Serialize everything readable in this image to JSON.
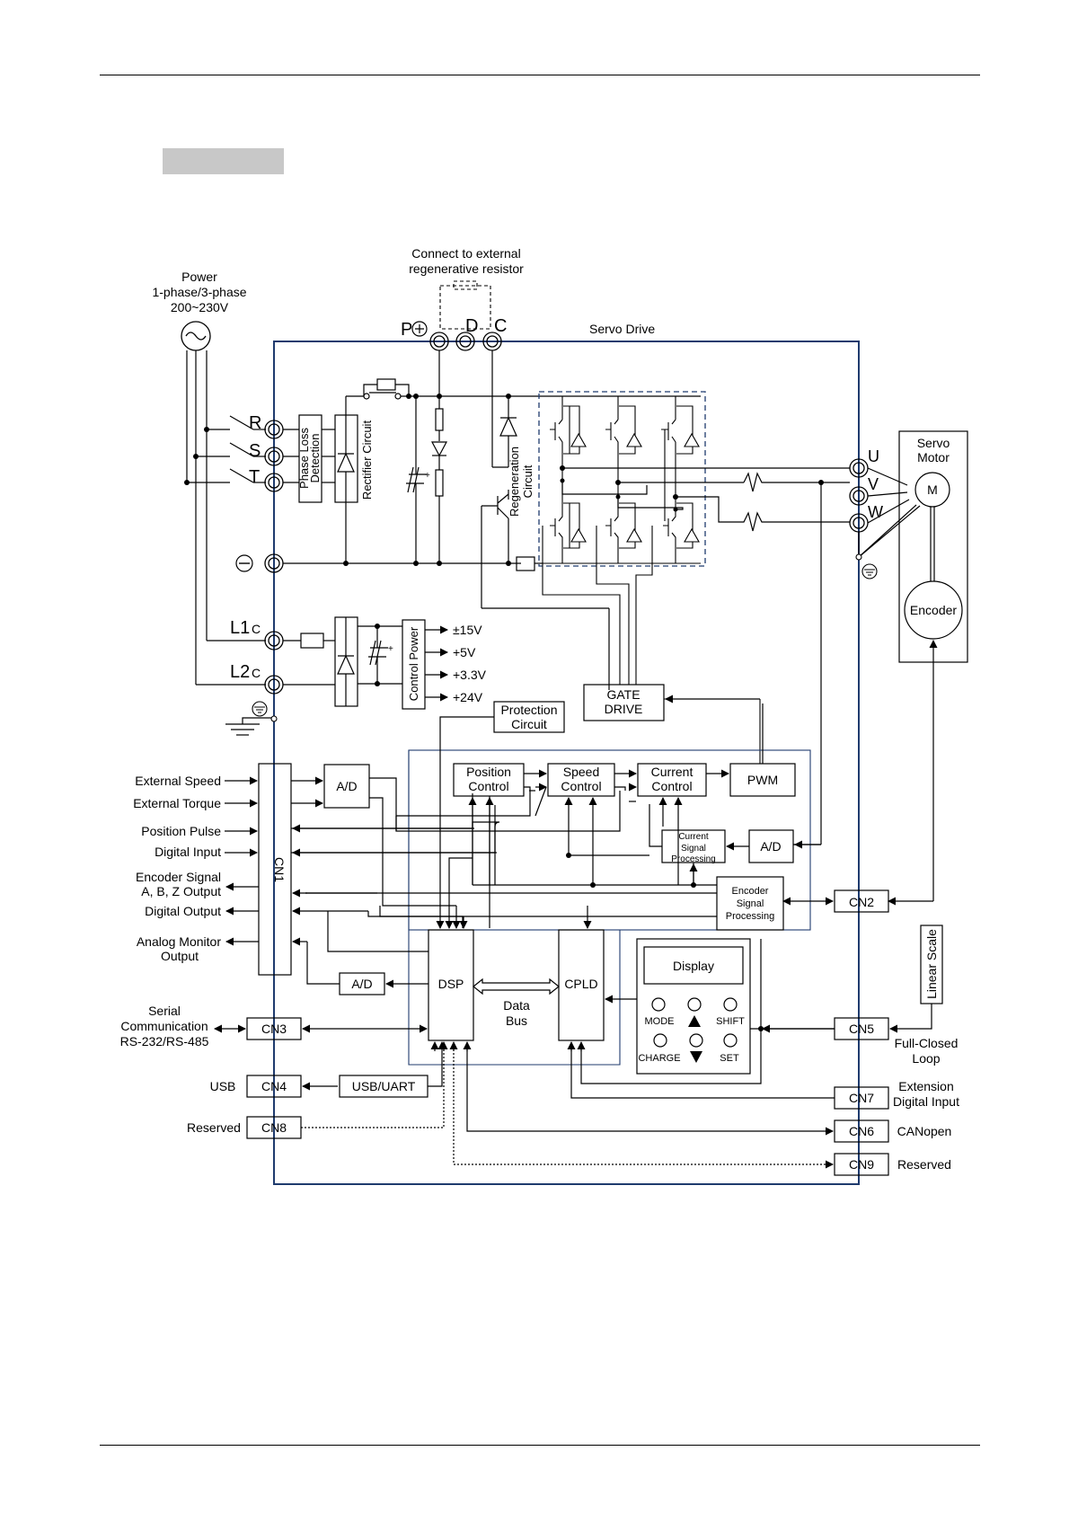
{
  "labels": {
    "power": [
      "Power",
      "1-phase/3-phase",
      "200~230V"
    ],
    "connect_ext": [
      "Connect to external",
      "regenerative resistor"
    ],
    "servo_drive": "Servo Drive",
    "terminal_p": "P",
    "terminal_d": "D",
    "terminal_c": "C",
    "terminal_r": "R",
    "terminal_s": "S",
    "terminal_t": "T",
    "terminal_l1": "L1",
    "terminal_l1c": "C",
    "terminal_l2": "L2",
    "terminal_l2c": "C",
    "terminal_u": "U",
    "terminal_v": "V",
    "terminal_w": "W",
    "phase_loss": [
      "Phase Loss",
      "Detection"
    ],
    "rectifier": "Rectifier Circuit",
    "regeneration": [
      "Regeneration",
      "Circuit"
    ],
    "control_power": "Control Power",
    "v15": "±15V",
    "v5": "+5V",
    "v33": "+3.3V",
    "v24": "+24V",
    "gate_drive": [
      "GATE",
      "DRIVE"
    ],
    "protection": [
      "Protection",
      "Circuit"
    ],
    "servo_motor": [
      "Servo",
      "Motor"
    ],
    "motor_m": "M",
    "encoder": "Encoder",
    "ad": "A/D",
    "position_control": [
      "Position",
      "Control"
    ],
    "speed_control": [
      "Speed",
      "Control"
    ],
    "current_control": [
      "Current",
      "Control"
    ],
    "pwm": "PWM",
    "current_signal": [
      "Current",
      "Signal",
      "Processing"
    ],
    "encoder_signal": [
      "Encoder",
      "Signal",
      "Processing"
    ],
    "dsp": "DSP",
    "cpld": "CPLD",
    "data_bus": [
      "Data",
      "Bus"
    ],
    "display": "Display",
    "mode": "MODE",
    "shift": "SHIFT",
    "charge": "CHARGE",
    "set": "SET",
    "cn1": "CN1",
    "cn2": "CN2",
    "cn3": "CN3",
    "cn4": "CN4",
    "cn5": "CN5",
    "cn6": "CN6",
    "cn7": "CN7",
    "cn8": "CN8",
    "cn9": "CN9",
    "usb_uart": "USB/UART",
    "ext_speed": "External Speed",
    "ext_torque": "External Torque",
    "pos_pulse": "Position Pulse",
    "dig_input": "Digital Input",
    "enc_signal_out": [
      "Encoder Signal",
      "A, B, Z Output"
    ],
    "dig_output": "Digital Output",
    "analog_monitor": [
      "Analog Monitor",
      "Output"
    ],
    "serial": [
      "Serial",
      "Communication",
      "RS-232/RS-485"
    ],
    "usb": "USB",
    "reserved_left": "Reserved",
    "linear_scale": "Linear Scale",
    "full_closed": [
      "Full-Closed",
      "Loop"
    ],
    "extension": [
      "Extension",
      "Digital Input"
    ],
    "canopen": "CANopen",
    "reserved_right": "Reserved"
  }
}
